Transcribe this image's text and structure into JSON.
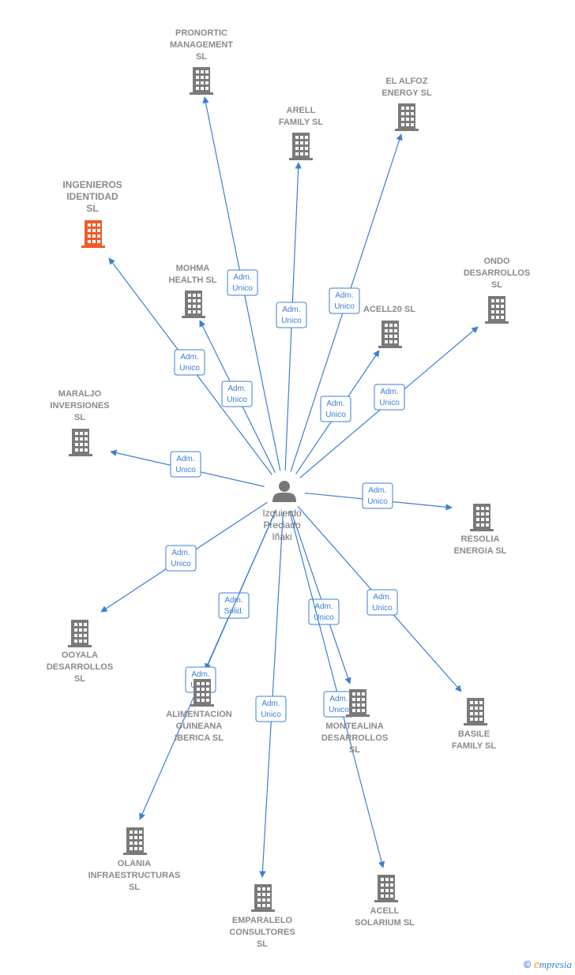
{
  "colors": {
    "edge": "#3a7fd6",
    "building": "#7a7a7a",
    "highlight": "#f05a28",
    "person": "#777777"
  },
  "center": {
    "lines": [
      "Izquierdo",
      "Preciado",
      "Iñaki"
    ]
  },
  "nodes": [
    {
      "id": "pronortic",
      "lines": [
        "PRONORTIC",
        "MANAGEMENT",
        "SL"
      ],
      "highlight": false
    },
    {
      "id": "elalfoz",
      "lines": [
        "EL ALFOZ",
        "ENERGY  SL"
      ],
      "highlight": false
    },
    {
      "id": "arell",
      "lines": [
        "ARELL",
        "FAMILY  SL"
      ],
      "highlight": false
    },
    {
      "id": "ingenieros",
      "lines": [
        "INGENIEROS",
        "IDENTIDAD",
        "SL"
      ],
      "highlight": true
    },
    {
      "id": "mohma",
      "lines": [
        "MOHMA",
        "HEALTH SL"
      ],
      "highlight": false
    },
    {
      "id": "ondo",
      "lines": [
        "ONDO",
        "DESARROLLOS",
        "SL"
      ],
      "highlight": false
    },
    {
      "id": "acell20",
      "lines": [
        "ACELL20  SL"
      ],
      "highlight": false
    },
    {
      "id": "maraljo",
      "lines": [
        "MARALJO",
        "INVERSIONES",
        "SL"
      ],
      "highlight": false
    },
    {
      "id": "resolia",
      "lines": [
        "RESOLIA",
        "ENERGIA  SL"
      ],
      "highlight": false
    },
    {
      "id": "ooyala",
      "lines": [
        "OOYALA",
        "DESARROLLOS",
        "SL"
      ],
      "highlight": false
    },
    {
      "id": "alimentacion",
      "lines": [
        "ALIMENTACION",
        "GUINEANA",
        "IBERICA  SL"
      ],
      "highlight": false
    },
    {
      "id": "montealina",
      "lines": [
        "MONTEALINA",
        "DESARROLLOS",
        "SL"
      ],
      "highlight": false
    },
    {
      "id": "basile",
      "lines": [
        "BASILE",
        "FAMILY  SL"
      ],
      "highlight": false
    },
    {
      "id": "olania",
      "lines": [
        "OLANIA",
        "INFRAESTRUCTURAS",
        "SL"
      ],
      "highlight": false
    },
    {
      "id": "emparalelo",
      "lines": [
        "EMPARALELO",
        "CONSULTORES",
        "SL"
      ],
      "highlight": false
    },
    {
      "id": "acellsolarium",
      "lines": [
        "ACELL",
        "SOLARIUM  SL"
      ],
      "highlight": false
    }
  ],
  "edges": [
    {
      "to": "pronortic",
      "lines": [
        "Adm.",
        "Unico"
      ]
    },
    {
      "to": "elalfoz",
      "lines": [
        "Adm.",
        "Unico"
      ]
    },
    {
      "to": "arell",
      "lines": [
        "Adm.",
        "Unico"
      ]
    },
    {
      "to": "ingenieros",
      "lines": [
        "Adm.",
        "Unico"
      ]
    },
    {
      "to": "mohma",
      "lines": [
        "Adm.",
        "Unico"
      ]
    },
    {
      "to": "ondo",
      "lines": [
        "Adm.",
        "Unico"
      ]
    },
    {
      "to": "acell20",
      "lines": [
        "Adm.",
        "Unico"
      ]
    },
    {
      "to": "maraljo",
      "lines": [
        "Adm.",
        "Unico"
      ]
    },
    {
      "to": "resolia",
      "lines": [
        "Adm.",
        "Unico"
      ]
    },
    {
      "to": "ooyala",
      "lines": [
        "Adm.",
        "Unico"
      ]
    },
    {
      "to": "alimentacion",
      "lines": [
        "Adm.",
        "Solid."
      ]
    },
    {
      "to": "montealina",
      "lines": [
        "Adm.",
        "Unico"
      ]
    },
    {
      "to": "basile",
      "lines": [
        "Adm.",
        "Unico"
      ]
    },
    {
      "to": "olania",
      "lines": [
        "Adm.",
        "Unico"
      ]
    },
    {
      "to": "emparalelo",
      "lines": [
        "Adm.",
        "Unico"
      ]
    },
    {
      "to": "acellsolarium",
      "lines": [
        "Adm.",
        "Unico"
      ]
    }
  ],
  "footer": {
    "copyright": "©",
    "brand_first": "e",
    "brand_rest": "mpresia"
  }
}
